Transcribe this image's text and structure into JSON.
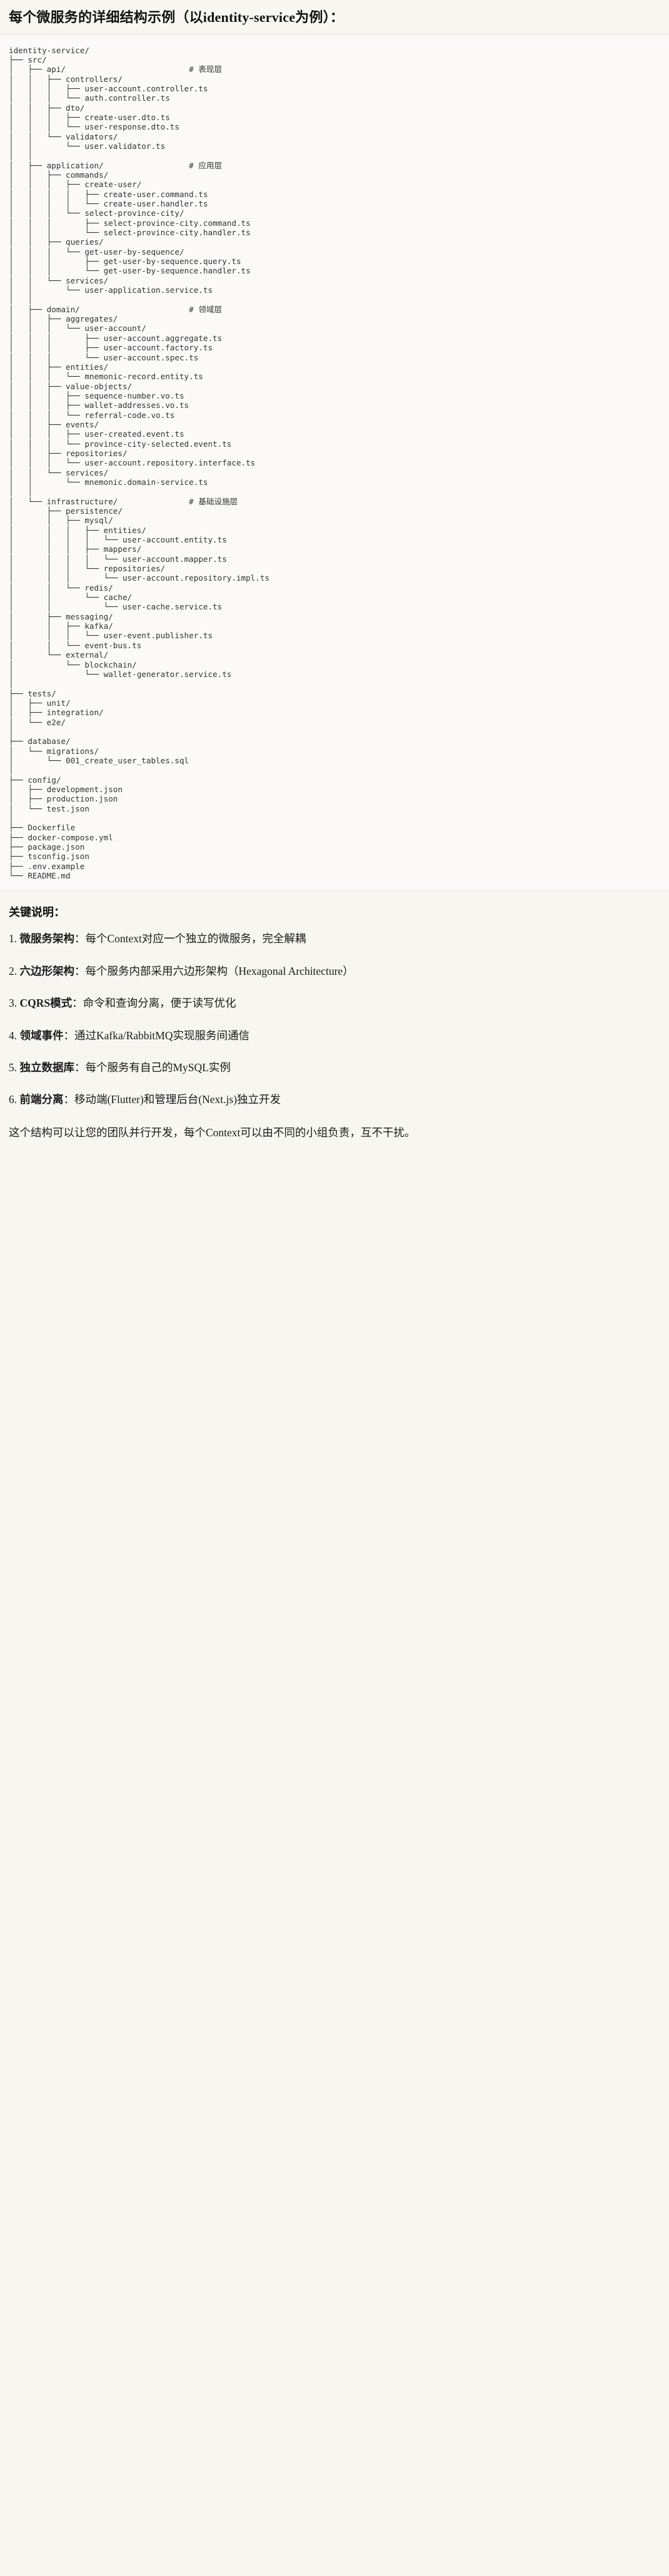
{
  "header": {
    "title": "每个微服务的详细结构示例（以identity-service为例）："
  },
  "tree": {
    "text": "identity-service/\n├── src/\n│   ├── api/                          # 表现层\n│   │   ├── controllers/\n│   │   │   ├── user-account.controller.ts\n│   │   │   └── auth.controller.ts\n│   │   ├── dto/\n│   │   │   ├── create-user.dto.ts\n│   │   │   └── user-response.dto.ts\n│   │   └── validators/\n│   │       └── user.validator.ts\n│   │\n│   ├── application/                  # 应用层\n│   │   ├── commands/\n│   │   │   ├── create-user/\n│   │   │   │   ├── create-user.command.ts\n│   │   │   │   └── create-user.handler.ts\n│   │   │   └── select-province-city/\n│   │   │       ├── select-province-city.command.ts\n│   │   │       └── select-province-city.handler.ts\n│   │   ├── queries/\n│   │   │   └── get-user-by-sequence/\n│   │   │       ├── get-user-by-sequence.query.ts\n│   │   │       └── get-user-by-sequence.handler.ts\n│   │   └── services/\n│   │       └── user-application.service.ts\n│   │\n│   ├── domain/                       # 领域层\n│   │   ├── aggregates/\n│   │   │   └── user-account/\n│   │   │       ├── user-account.aggregate.ts\n│   │   │       ├── user-account.factory.ts\n│   │   │       └── user-account.spec.ts\n│   │   ├── entities/\n│   │   │   └── mnemonic-record.entity.ts\n│   │   ├── value-objects/\n│   │   │   ├── sequence-number.vo.ts\n│   │   │   ├── wallet-addresses.vo.ts\n│   │   │   └── referral-code.vo.ts\n│   │   ├── events/\n│   │   │   ├── user-created.event.ts\n│   │   │   └── province-city-selected.event.ts\n│   │   ├── repositories/\n│   │   │   └── user-account.repository.interface.ts\n│   │   └── services/\n│   │       └── mnemonic.domain-service.ts\n│   │\n│   └── infrastructure/               # 基础设施层\n│       ├── persistence/\n│       │   ├── mysql/\n│       │   │   ├── entities/\n│       │   │   │   └── user-account.entity.ts\n│       │   │   ├── mappers/\n│       │   │   │   └── user-account.mapper.ts\n│       │   │   └── repositories/\n│       │   │       └── user-account.repository.impl.ts\n│       │   └── redis/\n│       │       └── cache/\n│       │           └── user-cache.service.ts\n│       ├── messaging/\n│       │   ├── kafka/\n│       │   │   └── user-event.publisher.ts\n│       │   └── event-bus.ts\n│       └── external/\n│           └── blockchain/\n│               └── wallet-generator.service.ts\n│\n├── tests/\n│   ├── unit/\n│   ├── integration/\n│   └── e2e/\n│\n├── database/\n│   └── migrations/\n│       └── 001_create_user_tables.sql\n│\n├── config/\n│   ├── development.json\n│   ├── production.json\n│   └── test.json\n│\n├── Dockerfile\n├── docker-compose.yml\n├── package.json\n├── tsconfig.json\n├── .env.example\n└── README.md"
  },
  "notes": {
    "heading": "关键说明：",
    "items": [
      {
        "num": "1. ",
        "term": "微服务架构",
        "sep": "：",
        "desc": "每个Context对应一个独立的微服务，完全解耦"
      },
      {
        "num": "2. ",
        "term": "六边形架构",
        "sep": "：",
        "desc": "每个服务内部采用六边形架构（Hexagonal Architecture）"
      },
      {
        "num": "3. ",
        "term": "CQRS模式",
        "sep": "：",
        "desc": "命令和查询分离，便于读写优化"
      },
      {
        "num": "4. ",
        "term": "领域事件",
        "sep": "：",
        "desc": "通过Kafka/RabbitMQ实现服务间通信"
      },
      {
        "num": "5. ",
        "term": "独立数据库",
        "sep": "：",
        "desc": "每个服务有自己的MySQL实例"
      },
      {
        "num": "6. ",
        "term": "前端分离",
        "sep": "：",
        "desc": "移动端(Flutter)和管理后台(Next.js)独立开发"
      }
    ],
    "closing": "这个结构可以让您的团队并行开发，每个Context可以由不同的小组负责，互不干扰。"
  },
  "colors": {
    "page_bg": "#f7f6f1",
    "code_bg": "#fbfaf8",
    "border": "#e2e0d8",
    "text": "#1a1a1a",
    "code_text": "#2f3337"
  }
}
